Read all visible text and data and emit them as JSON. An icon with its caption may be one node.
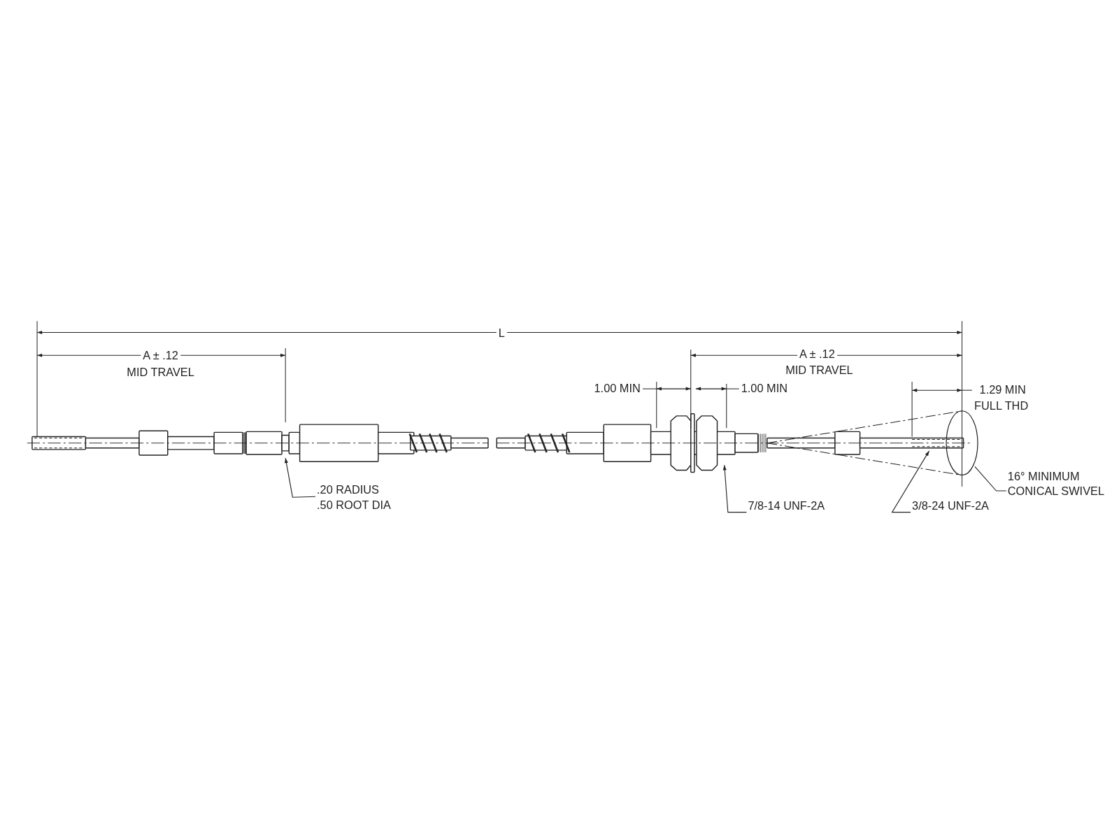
{
  "diagram": {
    "nodes": [
      {
        "text": [
          ".20 RADIUS",
          ".50 ROOT DIA"
        ]
      },
      {
        "text": [
          "7/8-14 UNF-2A"
        ]
      },
      {
        "text": [
          "3/8-24 UNF-2A"
        ]
      },
      {
        "text": [
          "16° MINIMUM",
          "CONICAL SWIVEL"
        ]
      }
    ],
    "edges": [
      {
        "from": 0,
        "to": null,
        "arrow": "to"
      },
      {
        "from": 1,
        "to": null,
        "arrow": "to"
      },
      {
        "from": 2,
        "to": null,
        "arrow": "to"
      },
      {
        "from": 3,
        "to": null,
        "arrow": "none"
      }
    ],
    "labels": [
      "L",
      "A ± .12",
      "MID TRAVEL",
      "A ± .12",
      "MID TRAVEL",
      "1.00 MIN",
      "1.00 MIN",
      "1.29 MIN",
      "FULL THD"
    ]
  }
}
